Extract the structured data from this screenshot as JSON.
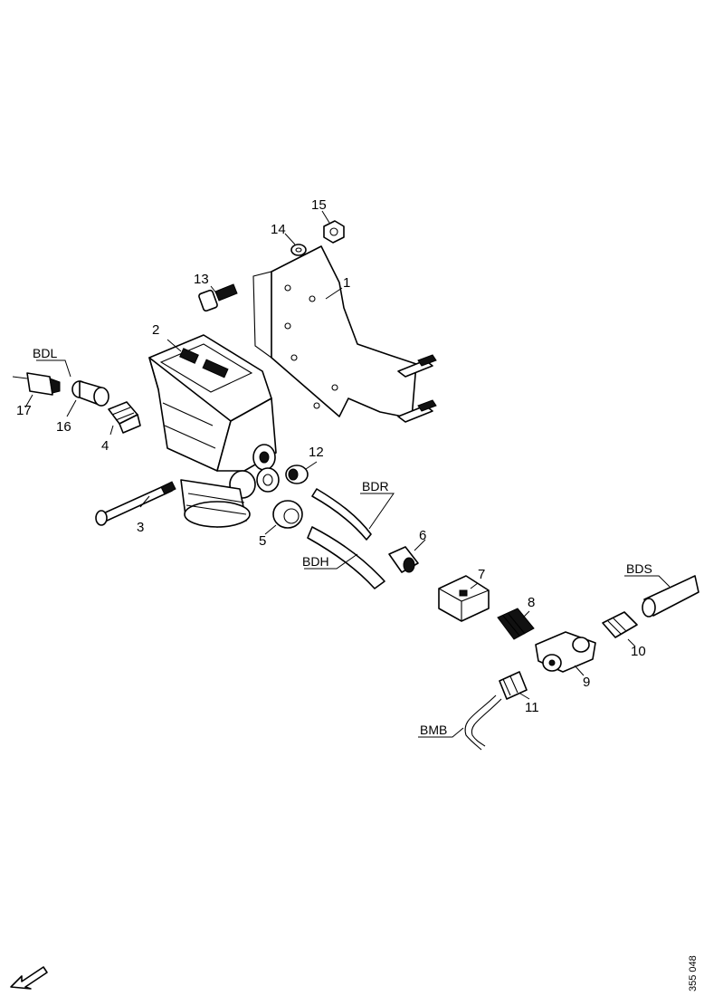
{
  "callouts": {
    "p1": "1",
    "p2": "2",
    "p3": "3",
    "p4": "4",
    "p5": "5",
    "p6": "6",
    "p7": "7",
    "p8": "8",
    "p9": "9",
    "p10": "10",
    "p11": "11",
    "p12": "12",
    "p13": "13",
    "p14": "14",
    "p15": "15",
    "p16": "16",
    "p17": "17"
  },
  "line_codes": {
    "bdl": "BDL",
    "bdr": "BDR",
    "bdh": "BDH",
    "bds": "BDS",
    "bmb": "BMB"
  },
  "drawing_ref": "355 048",
  "icons": {
    "orientation": "direction-arrow-icon"
  }
}
